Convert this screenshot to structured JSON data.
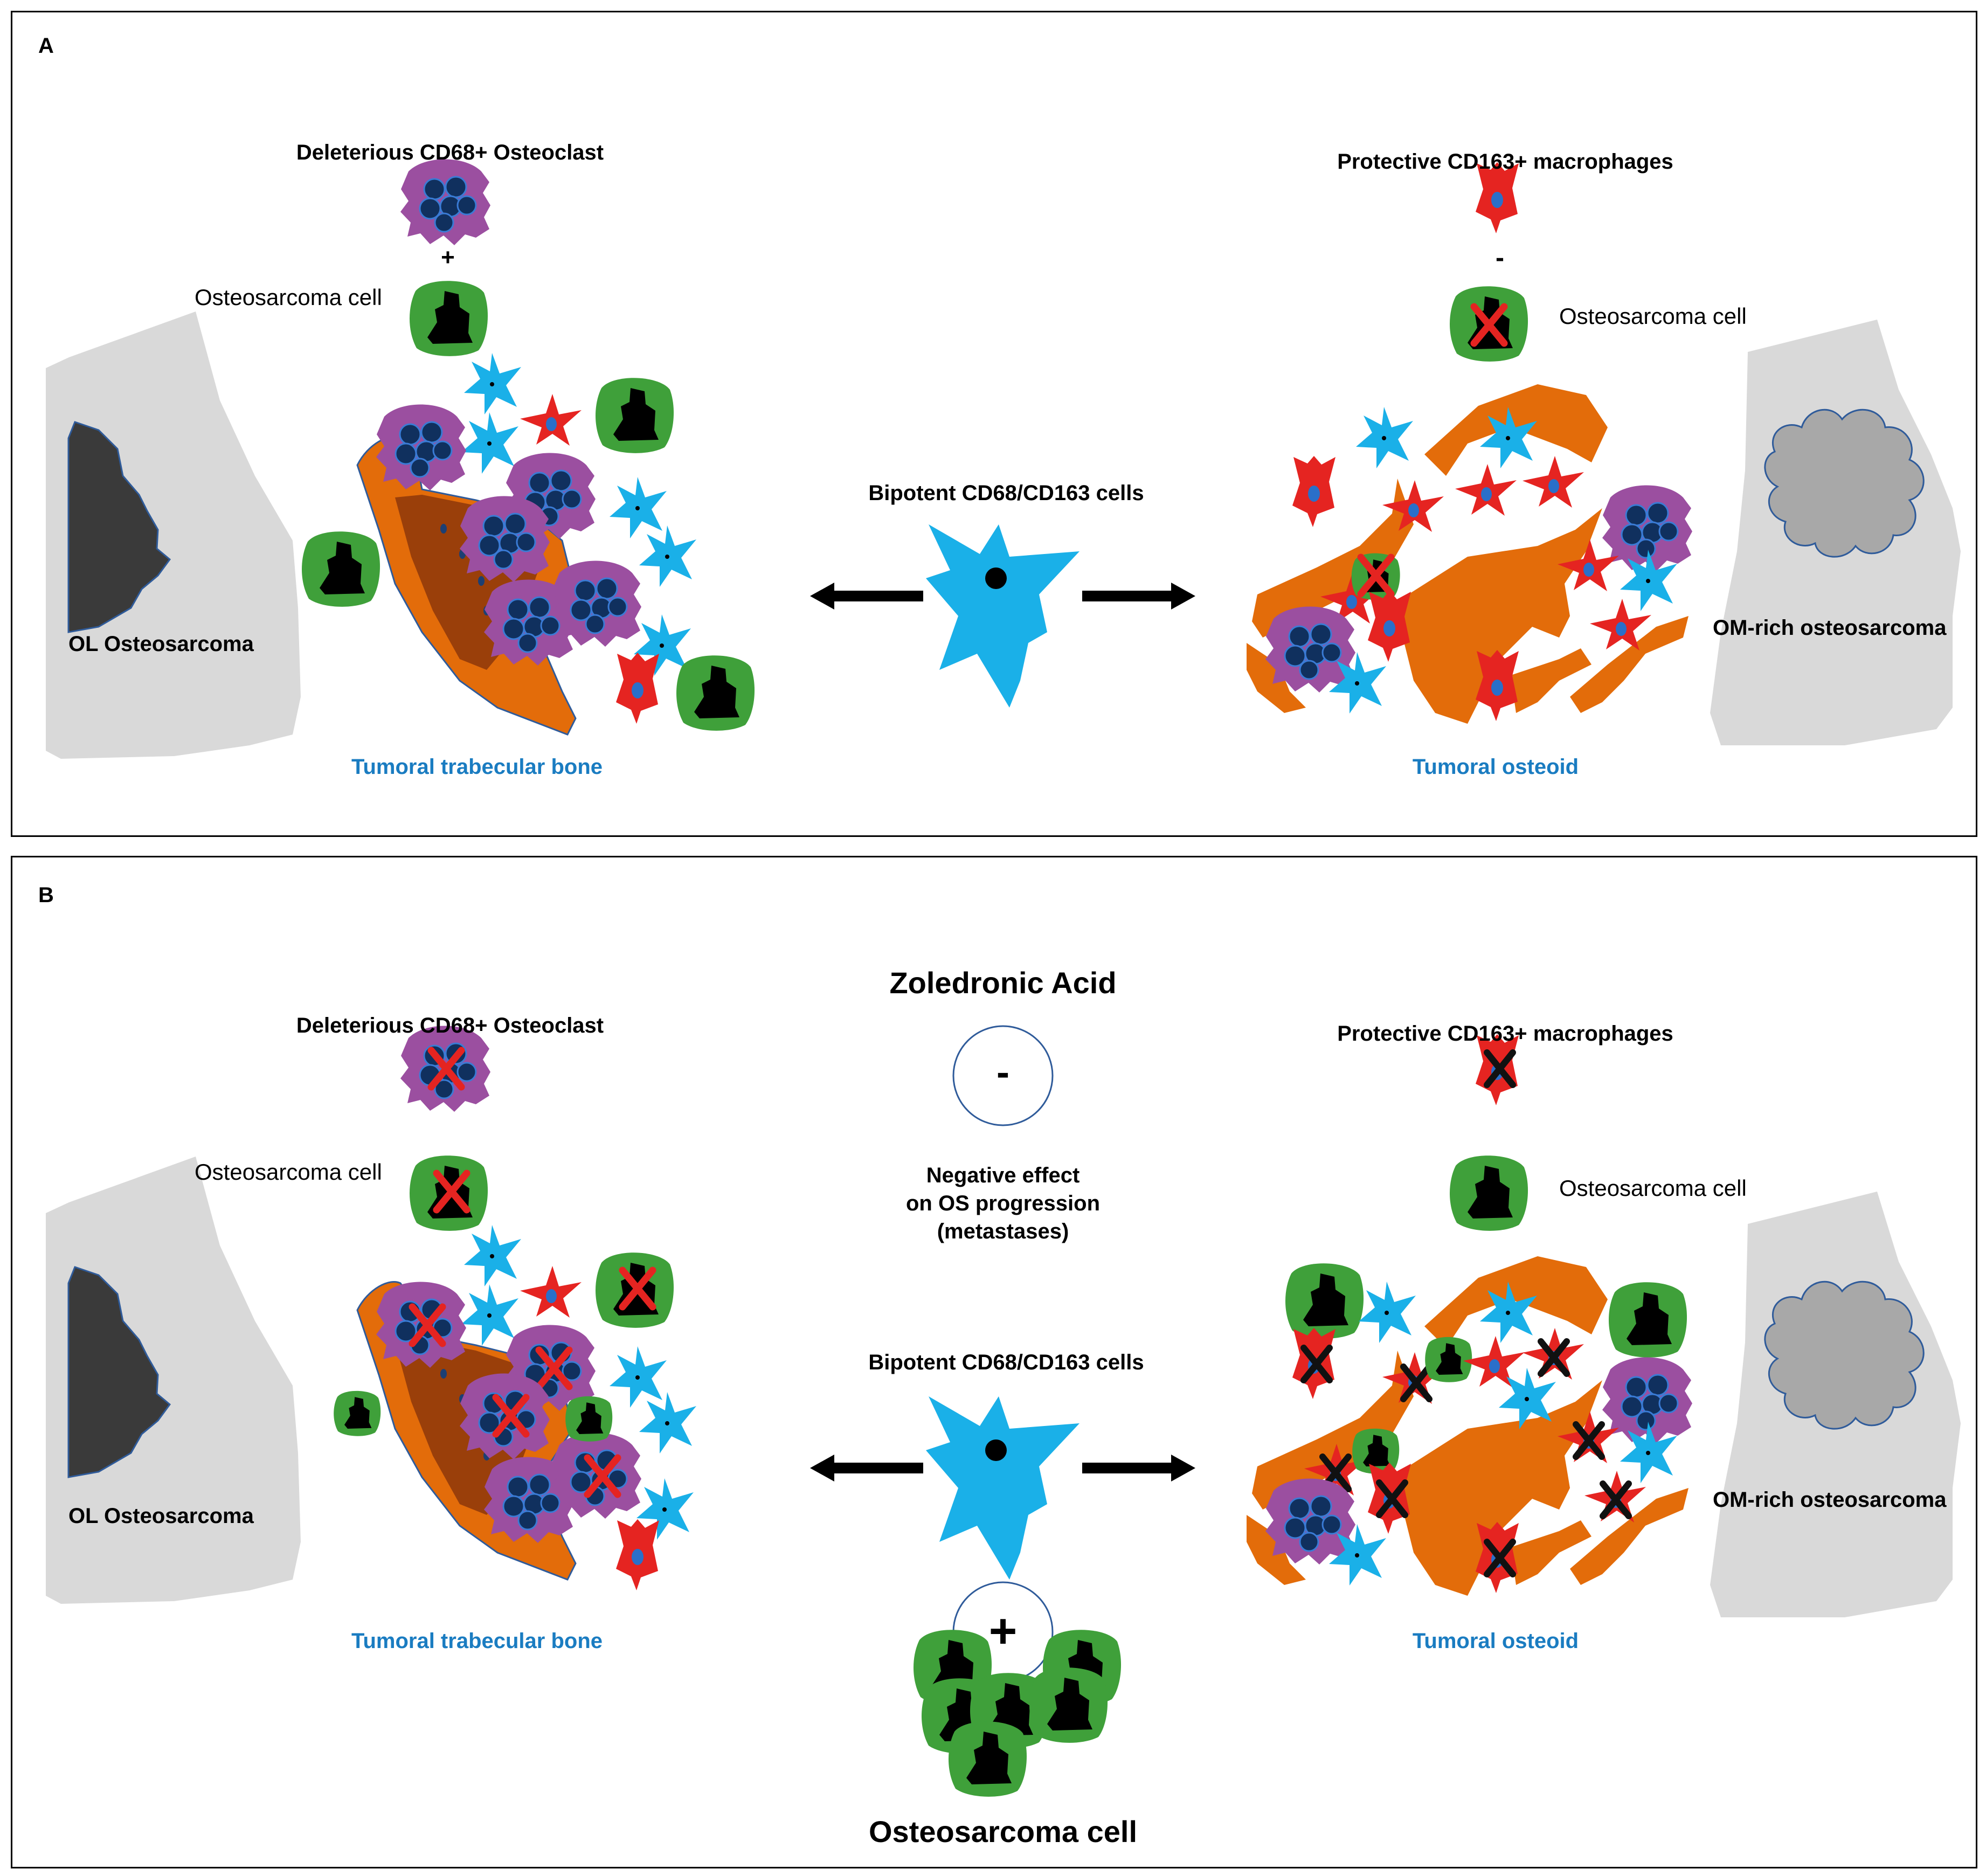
{
  "panelA": {
    "letter": "A",
    "left_top_label": "Deleterious CD68+ Osteoclast",
    "left_sign": "+",
    "left_cell_label": "Osteosarcoma cell",
    "left_bone_label": "OL Osteosarcoma",
    "left_tissue_label": "Tumoral trabecular bone",
    "center_label": "Bipotent CD68/CD163 cells",
    "right_top_label": "Protective CD163+ macrophages",
    "right_sign": "-",
    "right_cell_label": "Osteosarcoma cell",
    "right_bone_label": "OM-rich osteosarcoma",
    "right_tissue_label": "Tumoral osteoid"
  },
  "panelB": {
    "letter": "B",
    "drug_label": "Zoledronic Acid",
    "minus_sign": "-",
    "effect_line1": "Negative effect",
    "effect_line2": "on OS progression",
    "effect_line3": "(metastases)",
    "left_top_label": "Deleterious CD68+ Osteoclast",
    "left_cell_label": "Osteosarcoma cell",
    "left_bone_label": "OL Osteosarcoma",
    "left_tissue_label": "Tumoral trabecular bone",
    "center_label": "Bipotent CD68/CD163 cells",
    "plus_sign": "+",
    "bottom_label": "Osteosarcoma cell",
    "right_top_label": "Protective CD163+ macrophages",
    "right_cell_label": "Osteosarcoma cell",
    "right_bone_label": "OM-rich osteosarcoma",
    "right_tissue_label": "Tumoral osteoid"
  },
  "colors": {
    "bone_gray": "#d9d9d9",
    "tumor_dark": "#3a3a3a",
    "cloud_gray": "#a8a8a8",
    "osteoid_orange": "#e36c0a",
    "trabecular_brown": "#9a3f0a",
    "osteoclast_purple": "#9b4fa0",
    "nucleus_blue": "#1c3f73",
    "os_cell_green": "#3fa03a",
    "macrophage_red": "#e52421",
    "bipotent_blue": "#1ab0e8",
    "label_blue": "#1a7cc1",
    "inhibit_red": "#e52421"
  }
}
